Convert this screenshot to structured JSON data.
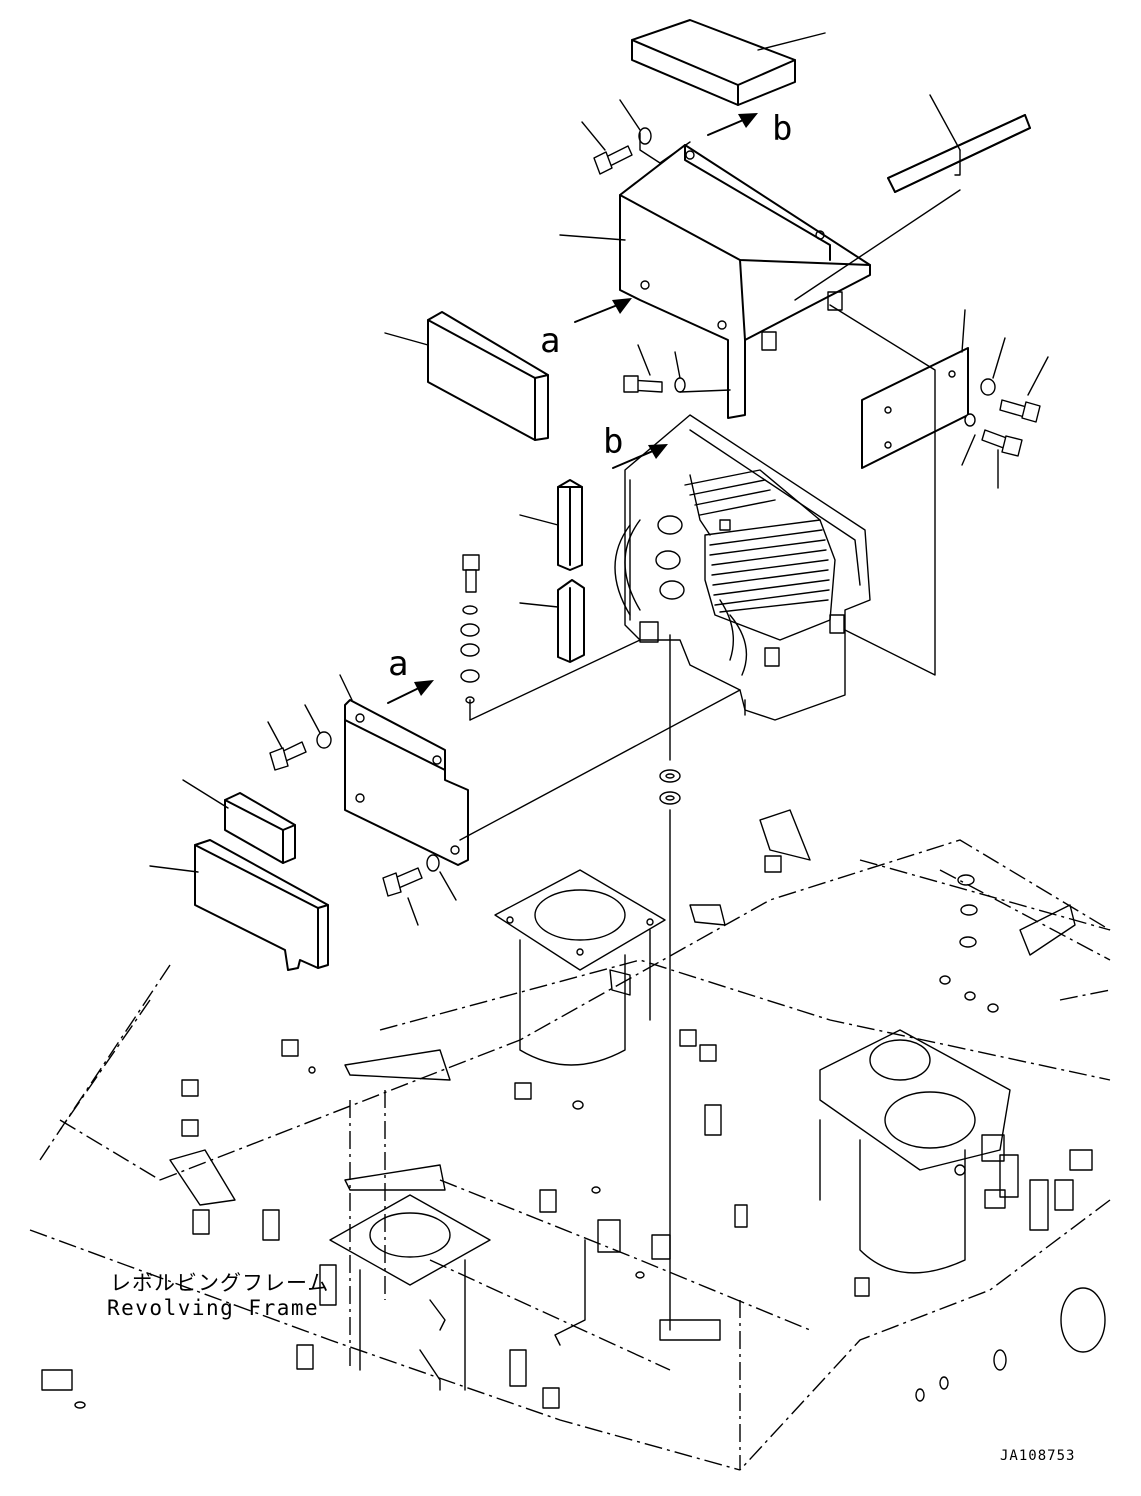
{
  "diagram": {
    "view_labels": {
      "a": "a",
      "b": "b"
    },
    "caption": {
      "japanese": "レボルビングフレーム",
      "english": "Revolving Frame"
    },
    "drawing_number": "JA108753"
  }
}
